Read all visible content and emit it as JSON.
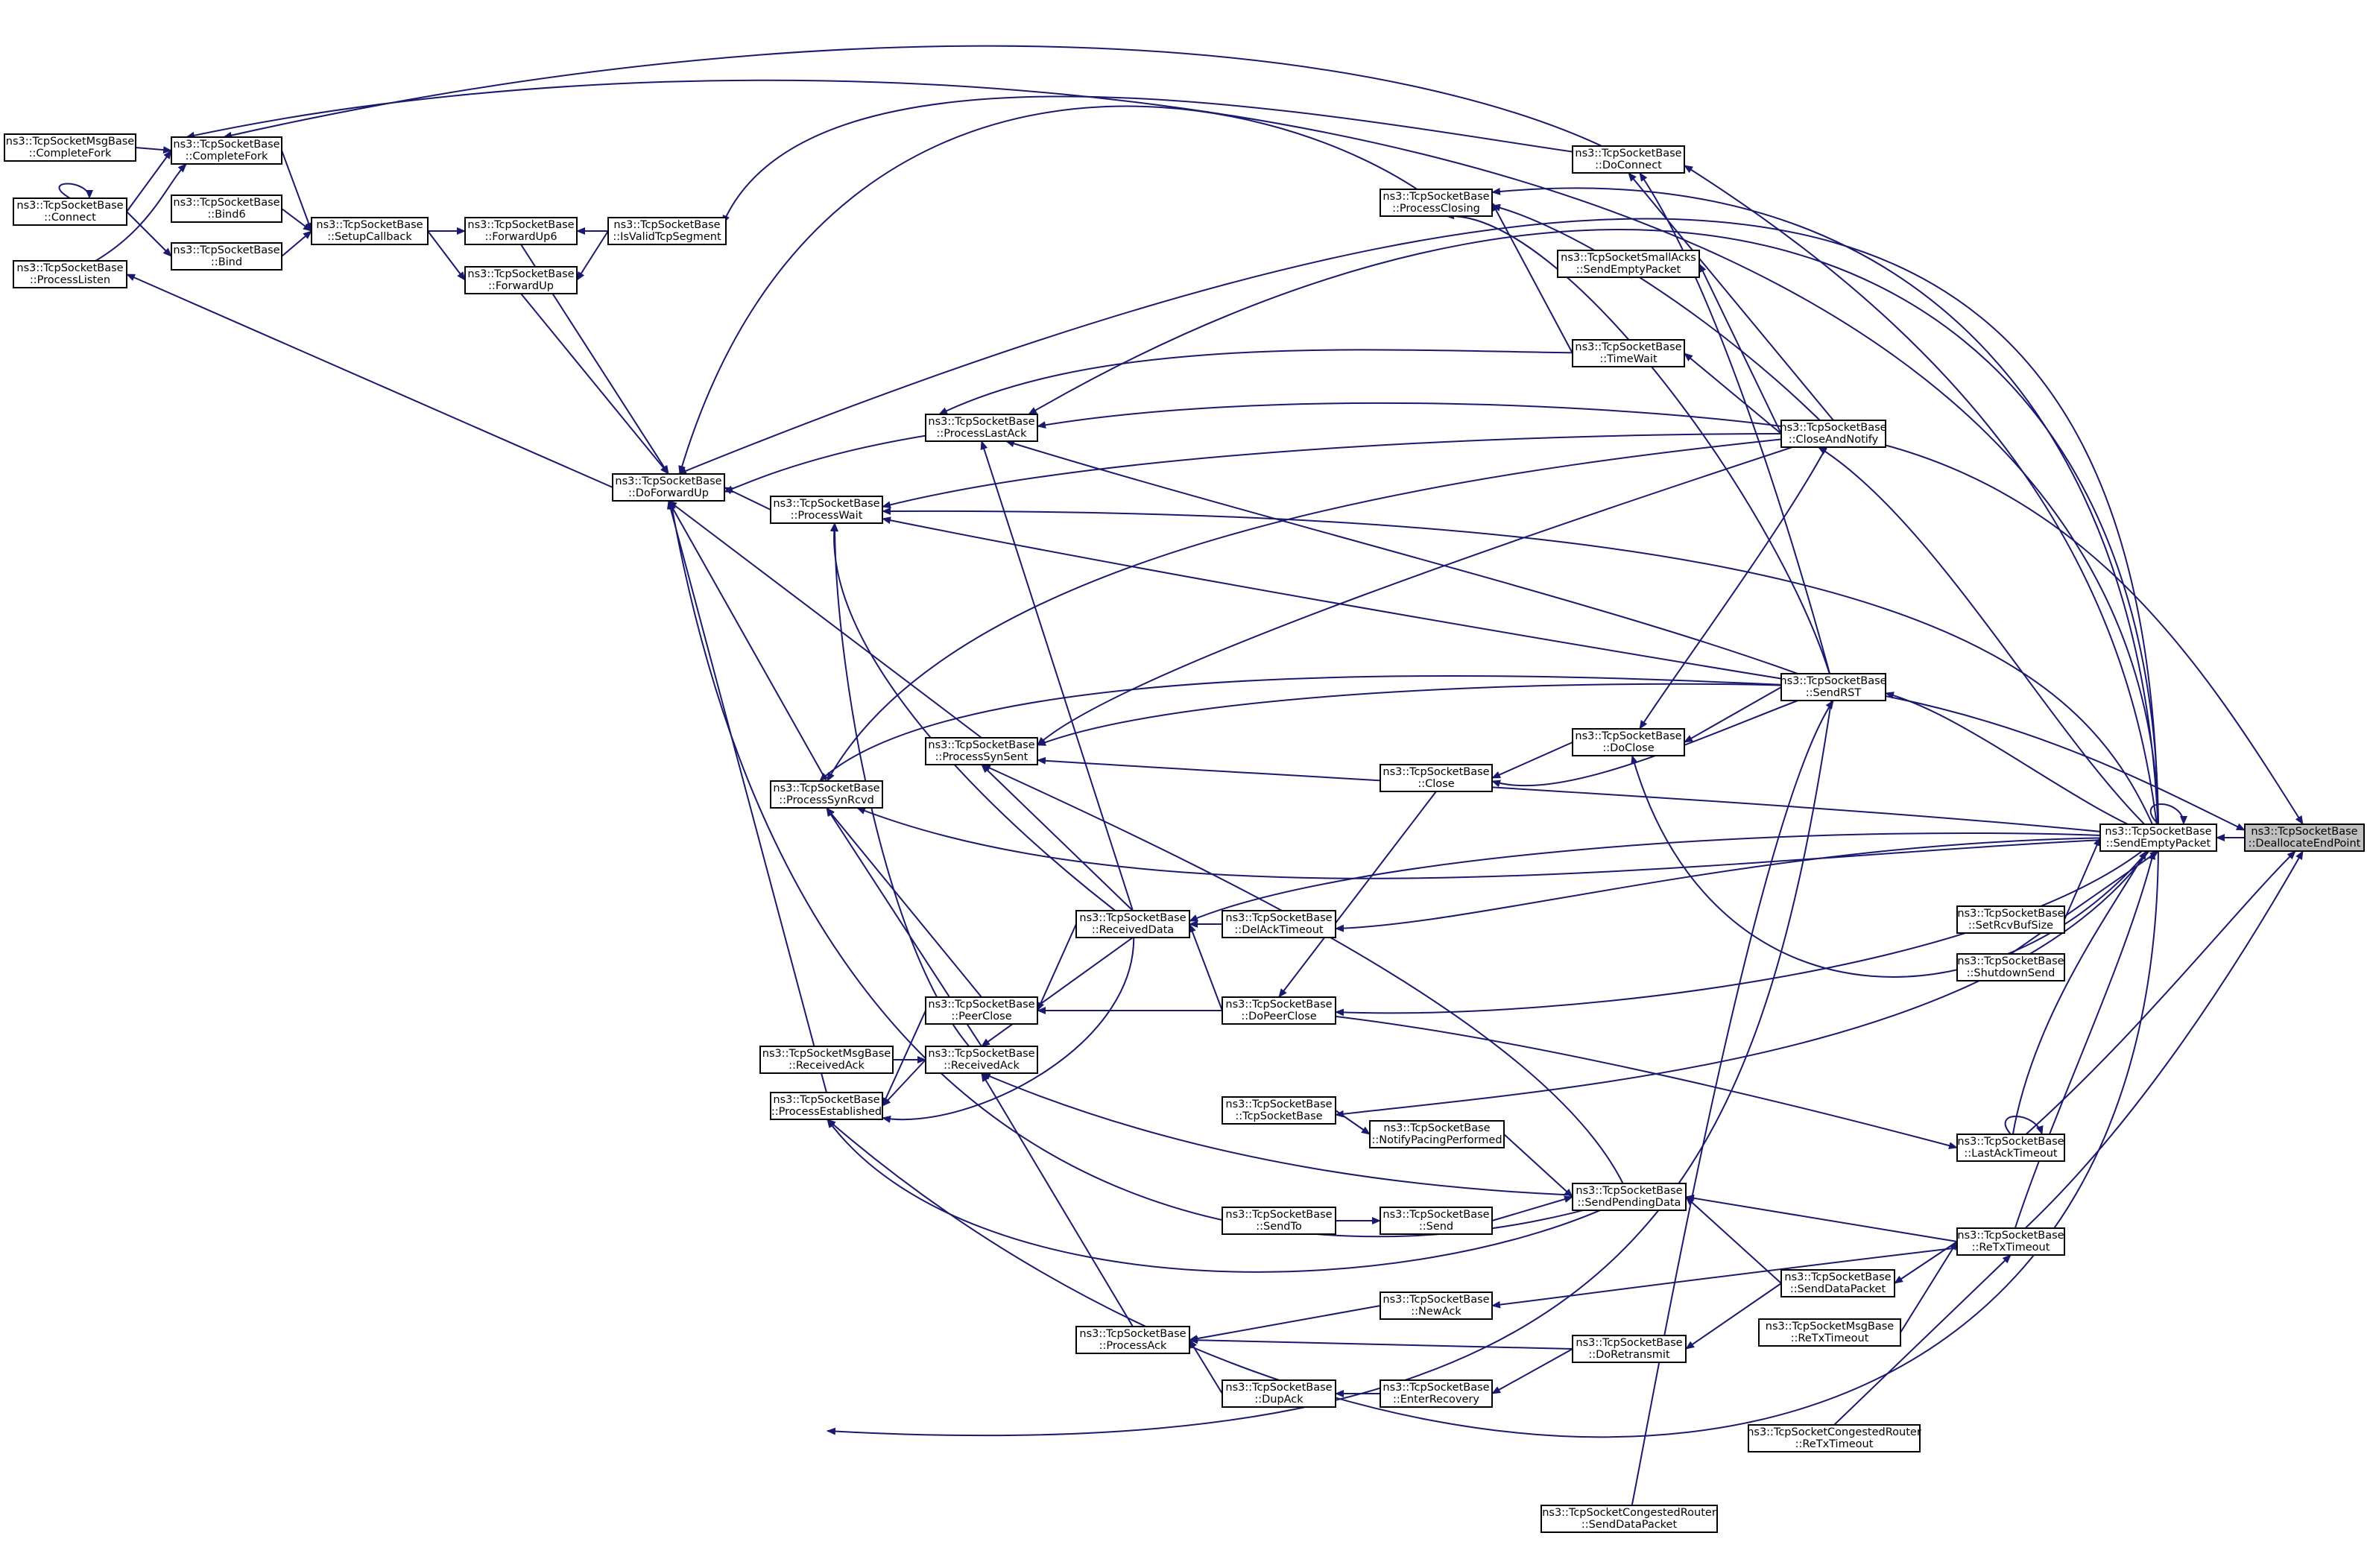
{
  "colors": {
    "edge": "#191970",
    "node_fill": "#ffffff",
    "node_border": "#000000",
    "highlight_fill": "#bfbfbf",
    "text": "#000000"
  },
  "nodes": [
    {
      "id": "dealloc",
      "line1": "ns3::TcpSocketBase",
      "line2": "::DeallocateEndPoint",
      "highlighted": true
    },
    {
      "id": "sendempty",
      "line1": "ns3::TcpSocketBase",
      "line2": "::SendEmptyPacket"
    },
    {
      "id": "closenotify",
      "line1": "ns3::TcpSocketBase",
      "line2": "::CloseAndNotify"
    },
    {
      "id": "sendrst",
      "line1": "ns3::TcpSocketBase",
      "line2": "::SendRST"
    },
    {
      "id": "retxtimeout",
      "line1": "ns3::TcpSocketBase",
      "line2": "::ReTxTimeout"
    },
    {
      "id": "lastacktimeout",
      "line1": "ns3::TcpSocketBase",
      "line2": "::LastAckTimeout"
    },
    {
      "id": "setrcvbuf",
      "line1": "ns3::TcpSocketBase",
      "line2": "::SetRcvBufSize"
    },
    {
      "id": "shutdownsend",
      "line1": "ns3::TcpSocketBase",
      "line2": "::ShutdownSend"
    },
    {
      "id": "doconnect",
      "line1": "ns3::TcpSocketBase",
      "line2": "::DoConnect"
    },
    {
      "id": "smallacks",
      "line1": "ns3::TcpSocketSmallAcks",
      "line2": "::SendEmptyPacket"
    },
    {
      "id": "timewait",
      "line1": "ns3::TcpSocketBase",
      "line2": "::TimeWait"
    },
    {
      "id": "processclosing",
      "line1": "ns3::TcpSocketBase",
      "line2": "::ProcessClosing"
    },
    {
      "id": "doclose",
      "line1": "ns3::TcpSocketBase",
      "line2": "::DoClose"
    },
    {
      "id": "close",
      "line1": "ns3::TcpSocketBase",
      "line2": "::Close"
    },
    {
      "id": "processlastack",
      "line1": "ns3::TcpSocketBase",
      "line2": "::ProcessLastAck"
    },
    {
      "id": "processwait",
      "line1": "ns3::TcpSocketBase",
      "line2": "::ProcessWait"
    },
    {
      "id": "processsynsent",
      "line1": "ns3::TcpSocketBase",
      "line2": "::ProcessSynSent"
    },
    {
      "id": "processsynrcvd",
      "line1": "ns3::TcpSocketBase",
      "line2": "::ProcessSynRcvd"
    },
    {
      "id": "receiveddata",
      "line1": "ns3::TcpSocketBase",
      "line2": "::ReceivedData"
    },
    {
      "id": "delacktimeout",
      "line1": "ns3::TcpSocketBase",
      "line2": "::DelAckTimeout"
    },
    {
      "id": "dopeerclose",
      "line1": "ns3::TcpSocketBase",
      "line2": "::DoPeerClose"
    },
    {
      "id": "peerclose",
      "line1": "ns3::TcpSocketBase",
      "line2": "::PeerClose"
    },
    {
      "id": "receivedack",
      "line1": "ns3::TcpSocketBase",
      "line2": "::ReceivedAck"
    },
    {
      "id": "msgreceivedack",
      "line1": "ns3::TcpSocketMsgBase",
      "line2": "::ReceivedAck"
    },
    {
      "id": "processestablished",
      "line1": "ns3::TcpSocketBase",
      "line2": "::ProcessEstablished"
    },
    {
      "id": "ctor",
      "line1": "ns3::TcpSocketBase",
      "line2": "::TcpSocketBase"
    },
    {
      "id": "notifypacing",
      "line1": "ns3::TcpSocketBase",
      "line2": "::NotifyPacingPerformed"
    },
    {
      "id": "sendpending",
      "line1": "ns3::TcpSocketBase",
      "line2": "::SendPendingData"
    },
    {
      "id": "sendto",
      "line1": "ns3::TcpSocketBase",
      "line2": "::SendTo"
    },
    {
      "id": "send",
      "line1": "ns3::TcpSocketBase",
      "line2": "::Send"
    },
    {
      "id": "senddatapacket",
      "line1": "ns3::TcpSocketBase",
      "line2": "::SendDataPacket"
    },
    {
      "id": "msgretx",
      "line1": "ns3::TcpSocketMsgBase",
      "line2": "::ReTxTimeout"
    },
    {
      "id": "newack",
      "line1": "ns3::TcpSocketBase",
      "line2": "::NewAck"
    },
    {
      "id": "processack",
      "line1": "ns3::TcpSocketBase",
      "line2": "::ProcessAck"
    },
    {
      "id": "doretransmit",
      "line1": "ns3::TcpSocketBase",
      "line2": "::DoRetransmit"
    },
    {
      "id": "dupack",
      "line1": "ns3::TcpSocketBase",
      "line2": "::DupAck"
    },
    {
      "id": "enterrecovery",
      "line1": "ns3::TcpSocketBase",
      "line2": "::EnterRecovery"
    },
    {
      "id": "congretx",
      "line1": "ns3::TcpSocketCongestedRouter",
      "line2": "::ReTxTimeout"
    },
    {
      "id": "congsend",
      "line1": "ns3::TcpSocketCongestedRouter",
      "line2": "::SendDataPacket"
    },
    {
      "id": "doforwardup",
      "line1": "ns3::TcpSocketBase",
      "line2": "::DoForwardUp"
    },
    {
      "id": "forwardup6",
      "line1": "ns3::TcpSocketBase",
      "line2": "::ForwardUp6"
    },
    {
      "id": "forwardup",
      "line1": "ns3::TcpSocketBase",
      "line2": "::ForwardUp"
    },
    {
      "id": "isvalid",
      "line1": "ns3::TcpSocketBase",
      "line2": "::IsValidTcpSegment"
    },
    {
      "id": "setupcallback",
      "line1": "ns3::TcpSocketBase",
      "line2": "::SetupCallback"
    },
    {
      "id": "completefork",
      "line1": "ns3::TcpSocketBase",
      "line2": "::CompleteFork"
    },
    {
      "id": "bind6",
      "line1": "ns3::TcpSocketBase",
      "line2": "::Bind6"
    },
    {
      "id": "bind",
      "line1": "ns3::TcpSocketBase",
      "line2": "::Bind"
    },
    {
      "id": "msgcompletefork",
      "line1": "ns3::TcpSocketMsgBase",
      "line2": "::CompleteFork"
    },
    {
      "id": "connect",
      "line1": "ns3::TcpSocketBase",
      "line2": "::Connect"
    },
    {
      "id": "processlisten",
      "line1": "ns3::TcpSocketBase",
      "line2": "::ProcessListen"
    }
  ]
}
